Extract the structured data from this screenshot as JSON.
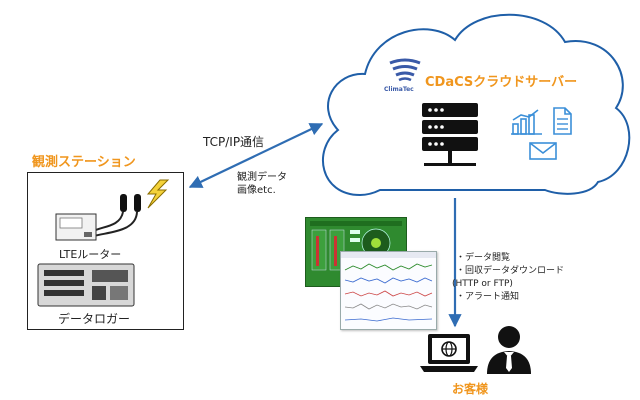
{
  "station": {
    "title": "観測ステーション",
    "router_label": "LTEルーター",
    "logger_label": "データロガー"
  },
  "link": {
    "protocol": "TCP/IP通信",
    "payload_line1": "観測データ",
    "payload_line2": "画像etc."
  },
  "cloud": {
    "title": "CDaCSクラウドサーバー",
    "logo_text": "ClimaTec"
  },
  "services": {
    "items": [
      "・データ閲覧",
      "・回収データダウンロード",
      "(HTTP or FTP)",
      "・アラート通知"
    ]
  },
  "customer": {
    "label": "お客様"
  },
  "colors": {
    "accent_orange": "#f0961e",
    "arrow_blue": "#2f6db3",
    "icon_blue": "#3b8fd8",
    "server_dark": "#111111"
  }
}
